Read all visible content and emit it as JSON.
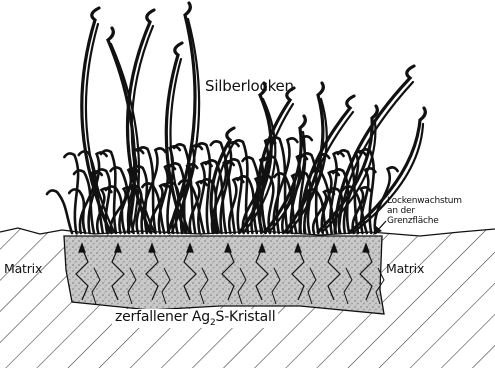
{
  "diagram": {
    "labels": {
      "silver_curls": "Silberlocken",
      "matrix_left": "Matrix",
      "matrix_right": "Matrix",
      "growth_at_interface": "Lockenwachstum\nan der\nGrenzfläche",
      "crystal_prefix": "zerfallener Ag",
      "crystal_subscript": "2",
      "crystal_suffix": "S-Kristall"
    },
    "colors": {
      "ink": "#111111",
      "crystal_fill": "#bdbdbd",
      "hatch": "#333333",
      "background": "#ffffff"
    }
  }
}
